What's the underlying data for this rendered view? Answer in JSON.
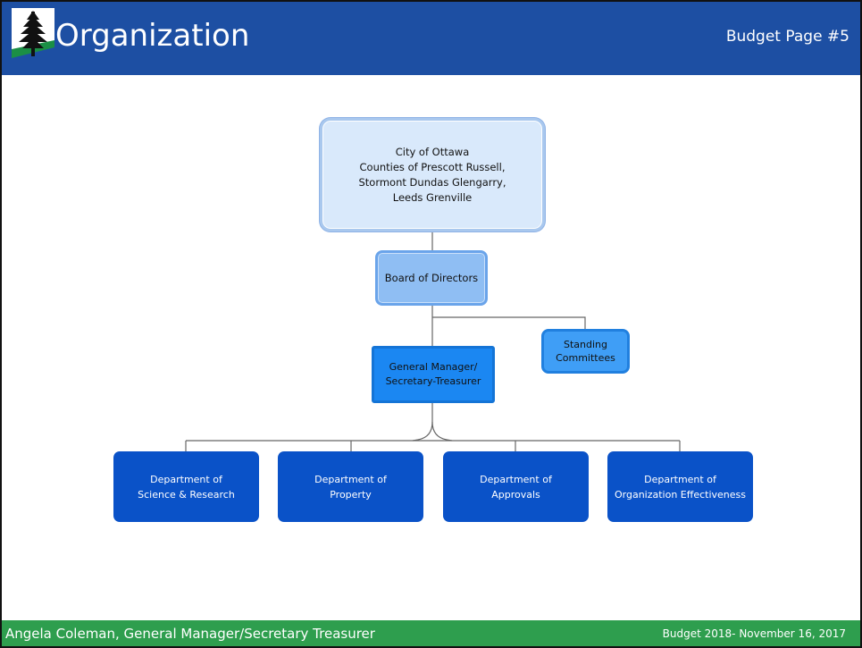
{
  "header": {
    "title": "Organization",
    "page_label": "Budget Page #5",
    "background_color": "#1d4fa3",
    "logo_icon": "conservation-authority-tree-logo-icon"
  },
  "org_chart": {
    "root": "City of Ottawa\nCounties of Prescott Russell,\nStormont Dundas Glengarry,\nLeeds Grenville",
    "board": "Board of Directors",
    "general_manager": "General Manager/\nSecretary-Treasurer",
    "standing_committees": "Standing\nCommittees",
    "departments": [
      "Department of\nScience & Research",
      "Department of\nProperty",
      "Department of\nApprovals",
      "Department of\nOrganization Effectiveness"
    ],
    "colors": {
      "root_fill": "#d9e9fb",
      "board_fill": "#8fbef3",
      "gm_fill": "#1b87f2",
      "committees_fill": "#3f9ef6",
      "department_fill": "#0a52c8"
    }
  },
  "footer": {
    "left": "Angela Coleman, General Manager/Secretary Treasurer",
    "right": "Budget 2018- November 16, 2017",
    "background_color": "#2e9e4e"
  }
}
